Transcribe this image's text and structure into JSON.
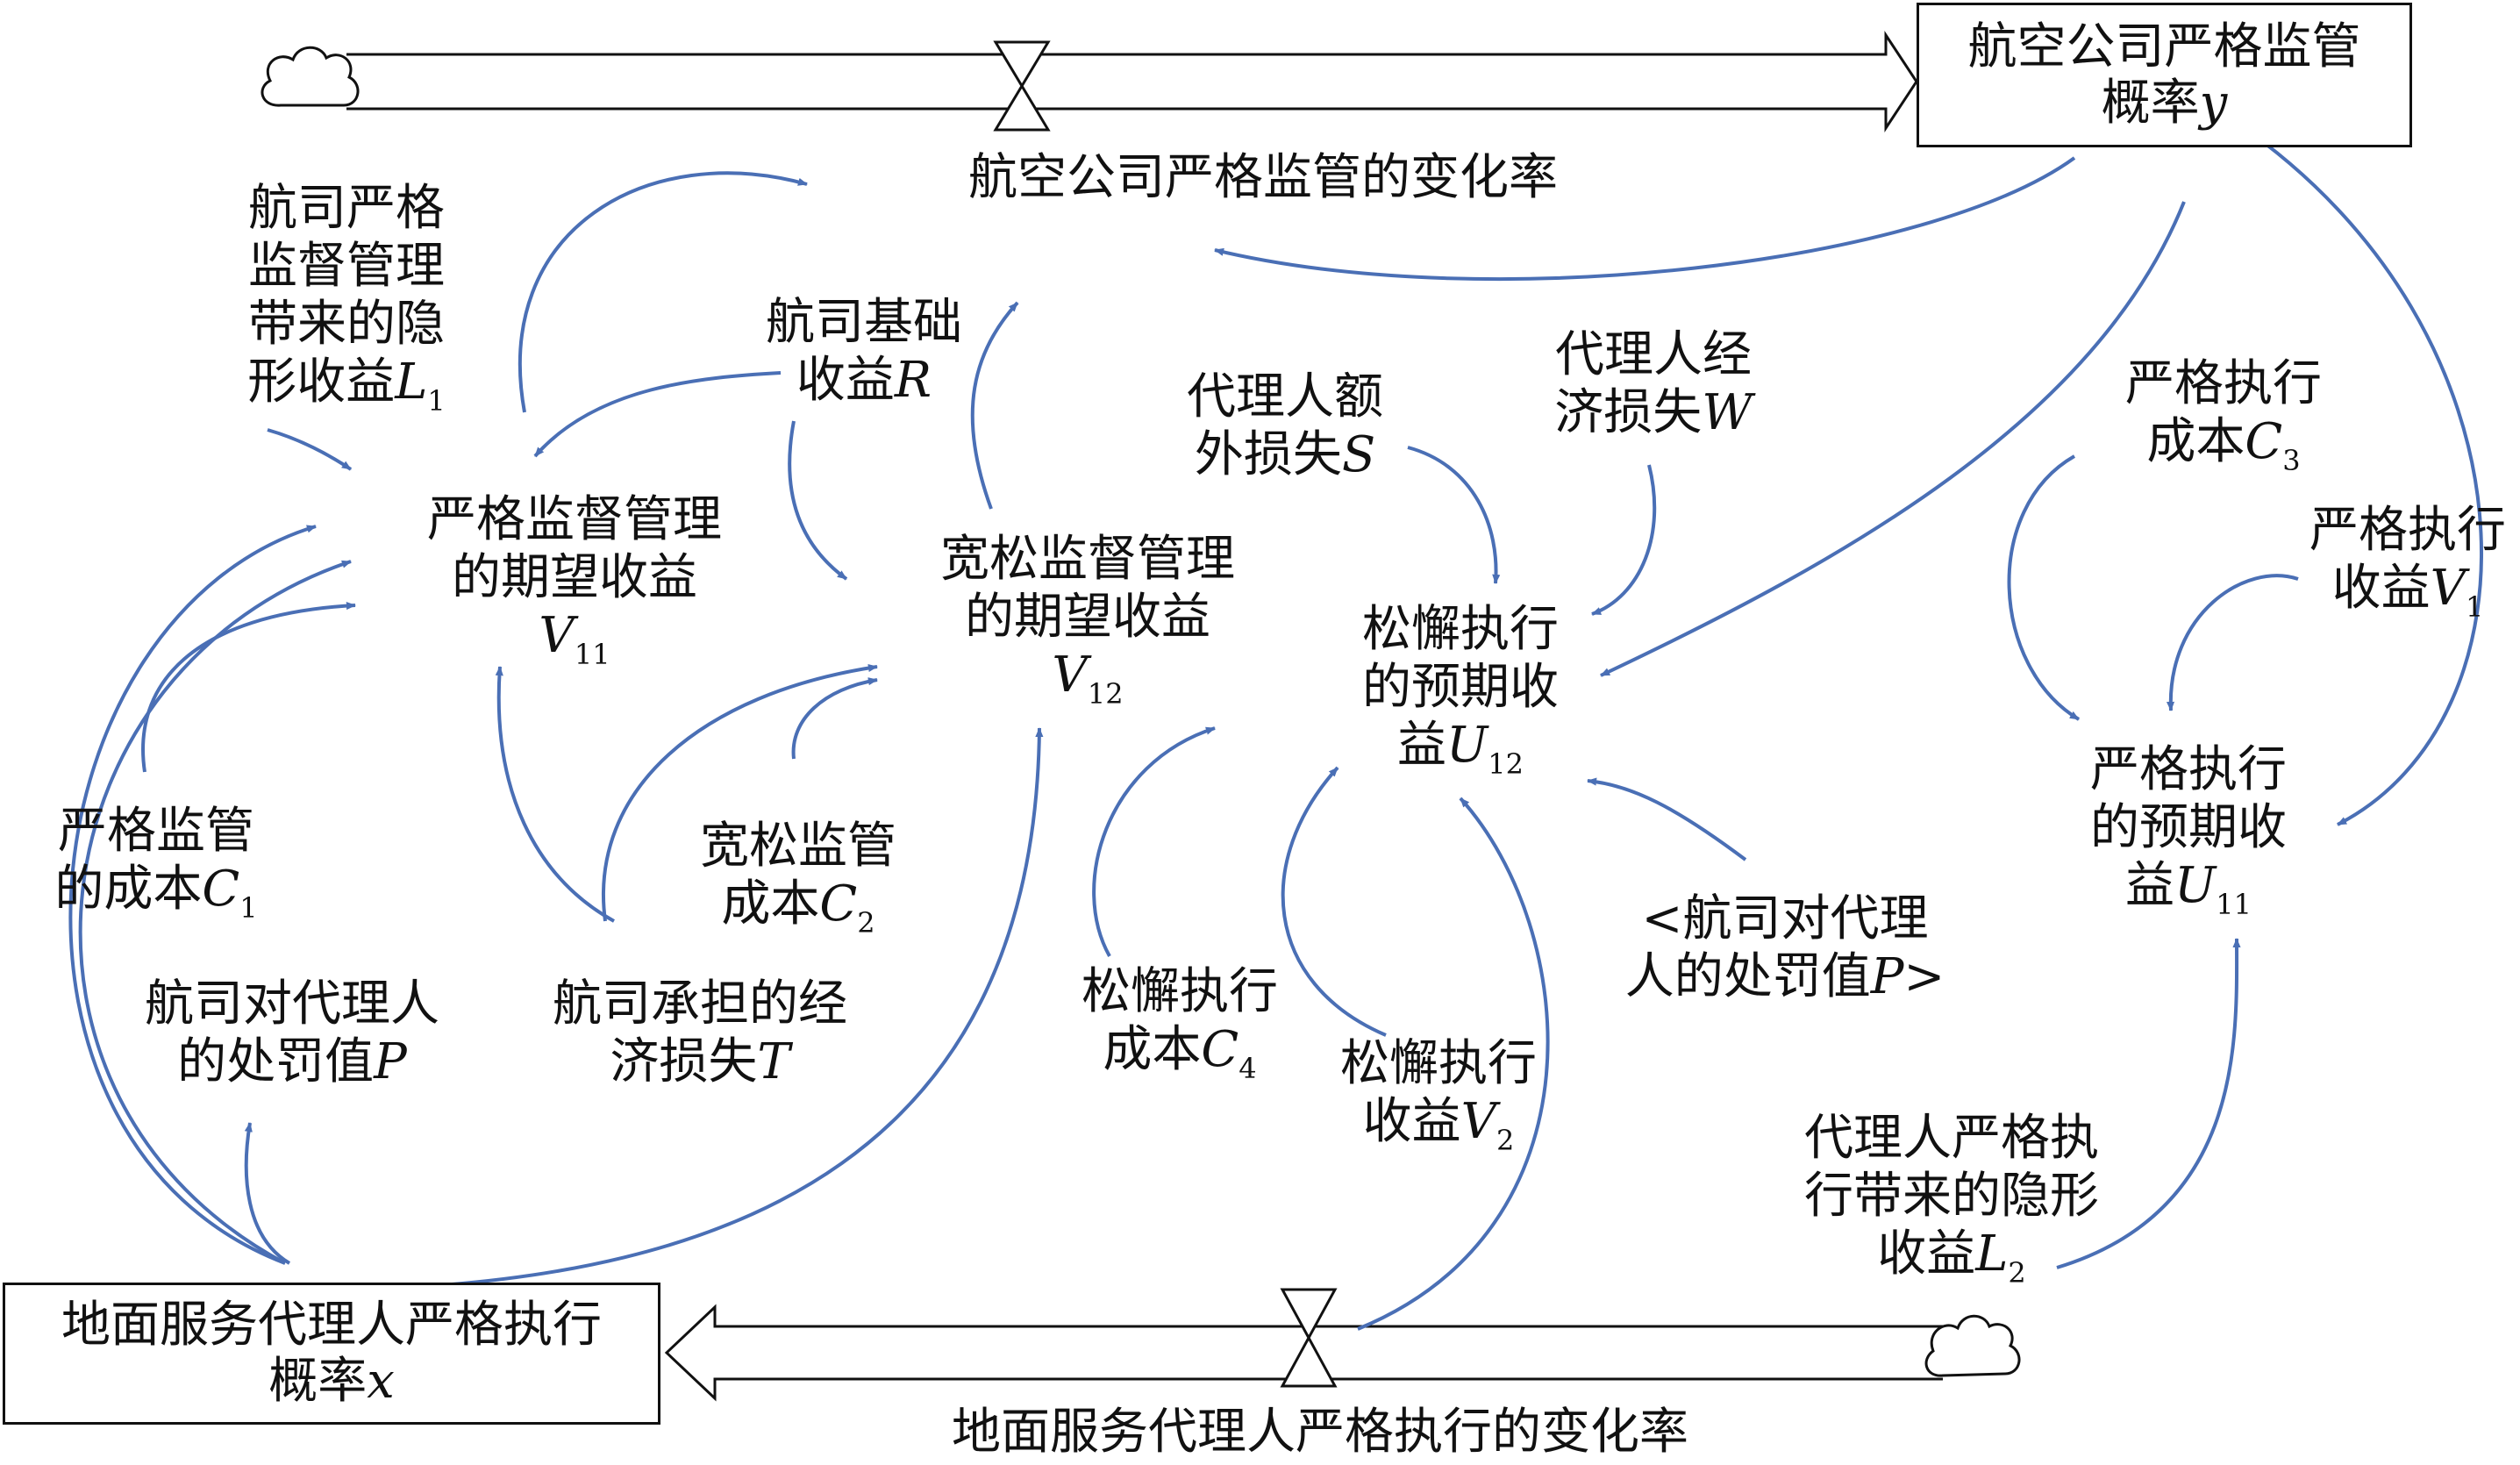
{
  "stocks": {
    "airline_prob": {
      "line1": "航空公司严格监管",
      "line2": "概率",
      "var": "y"
    },
    "agent_prob": {
      "line1": "地面服务代理人严格执行",
      "line2": "概率",
      "var": "x"
    }
  },
  "rates": {
    "airline_rate": "航空公司严格监管的变化率",
    "agent_rate": "地面服务代理人严格执行的变化率"
  },
  "variables": {
    "L1": {
      "lines": [
        "航司严格",
        "监督管理",
        "带来的隐"
      ],
      "last": "形收益",
      "var": "L",
      "sub": "1"
    },
    "R": {
      "lines": [
        "航司基础"
      ],
      "last": "收益",
      "var": "R",
      "sub": ""
    },
    "V11": {
      "lines": [
        "严格监督管理",
        "的期望收益"
      ],
      "last": "",
      "var": "V",
      "sub": "11"
    },
    "V12": {
      "lines": [
        "宽松监督管理",
        "的期望收益"
      ],
      "last": "",
      "var": "V",
      "sub": "12"
    },
    "S": {
      "lines": [
        "代理人额"
      ],
      "last": "外损失",
      "var": "S",
      "sub": ""
    },
    "W": {
      "lines": [
        "代理人经"
      ],
      "last": "济损失",
      "var": "W",
      "sub": ""
    },
    "U12": {
      "lines": [
        "松懈执行",
        "的预期收"
      ],
      "last": "益",
      "var": "U",
      "sub": "12"
    },
    "C3": {
      "lines": [
        "严格执行"
      ],
      "last": "成本",
      "var": "C",
      "sub": "3"
    },
    "V1": {
      "lines": [
        "严格执行"
      ],
      "last": "收益",
      "var": "V",
      "sub": "1"
    },
    "U11": {
      "lines": [
        "严格执行",
        "的预期收"
      ],
      "last": "益",
      "var": "U",
      "sub": "11"
    },
    "C1": {
      "lines": [
        "严格监管"
      ],
      "last": "的成本",
      "var": "C",
      "sub": "1"
    },
    "C2": {
      "lines": [
        "宽松监管"
      ],
      "last": "成本",
      "var": "C",
      "sub": "2"
    },
    "P": {
      "lines": [
        "航司对代理人"
      ],
      "last": "的处罚值",
      "var": "P",
      "sub": ""
    },
    "T": {
      "lines": [
        "航司承担的经"
      ],
      "last": "济损失",
      "var": "T",
      "sub": ""
    },
    "C4": {
      "lines": [
        "松懈执行"
      ],
      "last": "成本",
      "var": "C",
      "sub": "4"
    },
    "V2": {
      "lines": [
        "松懈执行"
      ],
      "last": "收益",
      "var": "V",
      "sub": "2"
    },
    "P_shadow": {
      "lines": [
        "<航司对代理"
      ],
      "last": "人的处罚值",
      "var": "P",
      "sub": "",
      "suffix": ">"
    },
    "L2": {
      "lines": [
        "代理人严格执",
        "行带来的隐形"
      ],
      "last": "收益",
      "var": "L",
      "sub": "2"
    }
  },
  "colors": {
    "link": "#4a6fb5",
    "ink": "#111111"
  }
}
